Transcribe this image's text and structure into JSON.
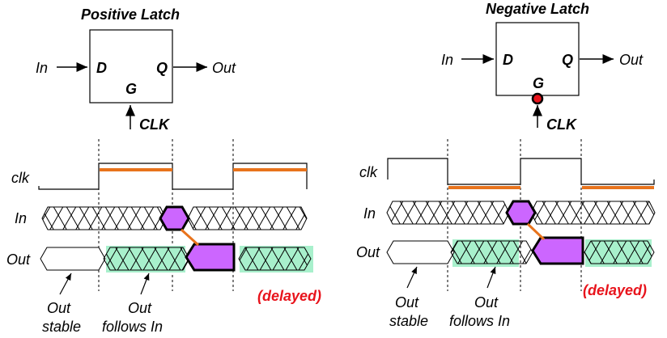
{
  "left": {
    "title": "Positive Latch",
    "in_label": "In",
    "out_label": "Out",
    "d_pin": "D",
    "q_pin": "Q",
    "g_pin": "G",
    "clk_label": "CLK",
    "row_clk": "clk",
    "row_in": "In",
    "row_out": "Out",
    "note_stable_1": "Out",
    "note_stable_2": "stable",
    "note_follows_1": "Out",
    "note_follows_2": "follows In",
    "delayed": "(delayed)"
  },
  "right": {
    "title": "Negative Latch",
    "in_label": "In",
    "out_label": "Out",
    "d_pin": "D",
    "q_pin": "Q",
    "g_pin": "G",
    "clk_label": "CLK",
    "row_clk": "clk",
    "row_in": "In",
    "row_out": "Out",
    "note_stable_1": "Out",
    "note_stable_2": "stable",
    "note_follows_1": "Out",
    "note_follows_2": "follows In",
    "delayed": "(delayed)"
  },
  "colors": {
    "highlight_bar": "#e8731c",
    "transparent_band": "#a8f0cc",
    "data_valid": "#cc66ff",
    "delayed_text": "#e8141c",
    "bubble": "#e8141c"
  }
}
